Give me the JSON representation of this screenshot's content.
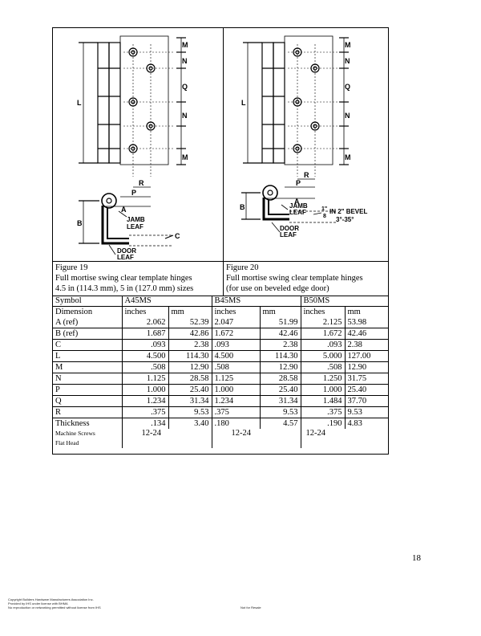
{
  "figures": [
    {
      "caption": [
        "Figure 19",
        "Full mortise swing clear template hinges",
        "4.5 in (114.3 mm), 5 in (127.0 mm) sizes"
      ],
      "dim_labels": [
        "M",
        "N",
        "Q",
        "N",
        "M",
        "L",
        "R",
        "P",
        "A",
        "B",
        "C"
      ],
      "notes": [
        "JAMB",
        "LEAF",
        "DOOR",
        "LEAF"
      ]
    },
    {
      "caption": [
        "Figure 20",
        "Full mortise swing clear template hinges",
        "(for use on beveled edge door)"
      ],
      "dim_labels": [
        "M",
        "N",
        "Q",
        "N",
        "M",
        "L",
        "R",
        "P",
        "A",
        "B"
      ],
      "notes": [
        "JAMB",
        "LEAF",
        "DOOR",
        "LEAF"
      ],
      "bevel": [
        "1\"",
        "8",
        "IN 2\" BEVEL",
        "3°-35°"
      ]
    }
  ],
  "table": {
    "header_symbol": "Symbol",
    "models": [
      "A45MS",
      "B45MS",
      "B50MS"
    ],
    "header_dimension": "Dimension",
    "units": [
      "inches",
      "mm",
      "inches",
      "mm",
      "inches",
      "mm"
    ],
    "rows": [
      {
        "sym": "A (ref)",
        "v": [
          "2.062",
          "52.39",
          "2.047",
          "51.99",
          "2.125",
          "53.98"
        ]
      },
      {
        "sym": "B (ref)",
        "v": [
          "1.687",
          "42.86",
          "1.672",
          "42.46",
          "1.672",
          "42.46"
        ]
      },
      {
        "sym": "C",
        "v": [
          ".093",
          "2.38",
          ".093",
          "2.38",
          ".093",
          "2.38"
        ]
      },
      {
        "sym": "L",
        "v": [
          "4.500",
          "114.30",
          "4.500",
          "114.30",
          "5.000",
          "127.00"
        ]
      },
      {
        "sym": "M",
        "v": [
          ".508",
          "12.90",
          ".508",
          "12.90",
          ".508",
          "12.90"
        ]
      },
      {
        "sym": "N",
        "v": [
          "1.125",
          "28.58",
          "1.125",
          "28.58",
          "1.250",
          "31.75"
        ]
      },
      {
        "sym": "P",
        "v": [
          "1.000",
          "25.40",
          "1.000",
          "25.40",
          "1.000",
          "25.40"
        ]
      },
      {
        "sym": "Q",
        "v": [
          "1.234",
          "31.34",
          "1.234",
          "31.34",
          "1.484",
          "37.70"
        ]
      },
      {
        "sym": "R",
        "v": [
          ".375",
          "9.53",
          ".375",
          "9.53",
          ".375",
          "9.53"
        ]
      },
      {
        "sym": "Thickness",
        "v": [
          ".134",
          "3.40",
          ".180",
          "4.57",
          ".190",
          "4.83"
        ]
      }
    ],
    "screws_label": [
      "Machine Screws",
      "Flat Head"
    ],
    "screws": [
      "12-24",
      "12-24",
      "12-24"
    ]
  },
  "page_number": "18",
  "footer": [
    "Copyright Builders Hardware Manufacturers Association Inc.",
    "Provided by IHS under license with BHMA",
    "No reproduction or networking permitted without license from IHS"
  ],
  "footer_right": "Not for Resale"
}
